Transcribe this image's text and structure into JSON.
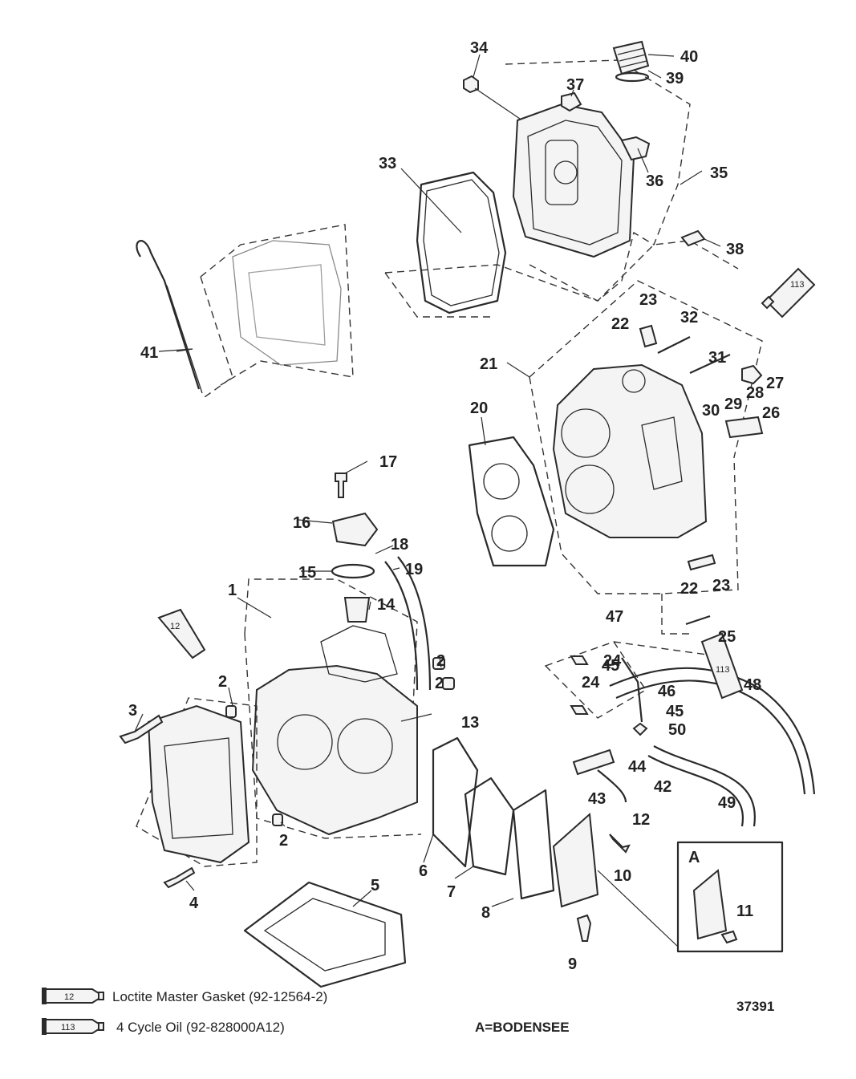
{
  "diagram": {
    "drawing_number": "37391",
    "variant_note": "A=BODENSEE",
    "variant_box_label": "A",
    "callouts": [
      "1",
      "2",
      "2",
      "2",
      "2",
      "3",
      "4",
      "5",
      "6",
      "7",
      "8",
      "9",
      "10",
      "11",
      "12",
      "13",
      "14",
      "15",
      "16",
      "17",
      "18",
      "19",
      "20",
      "21",
      "22",
      "22",
      "23",
      "23",
      "24",
      "24",
      "25",
      "26",
      "27",
      "28",
      "29",
      "30",
      "31",
      "32",
      "33",
      "34",
      "35",
      "36",
      "37",
      "38",
      "39",
      "40",
      "41",
      "42",
      "43",
      "44",
      "45",
      "45",
      "46",
      "47",
      "48",
      "49",
      "50"
    ],
    "tube_labels": [
      "12",
      "113",
      "113",
      "12",
      "113"
    ],
    "legend": [
      {
        "tube": "12",
        "text": "Loctite Master Gasket (92-12564-2)"
      },
      {
        "tube": "113",
        "text": "4 Cycle Oil (92-828000A12)"
      }
    ]
  }
}
